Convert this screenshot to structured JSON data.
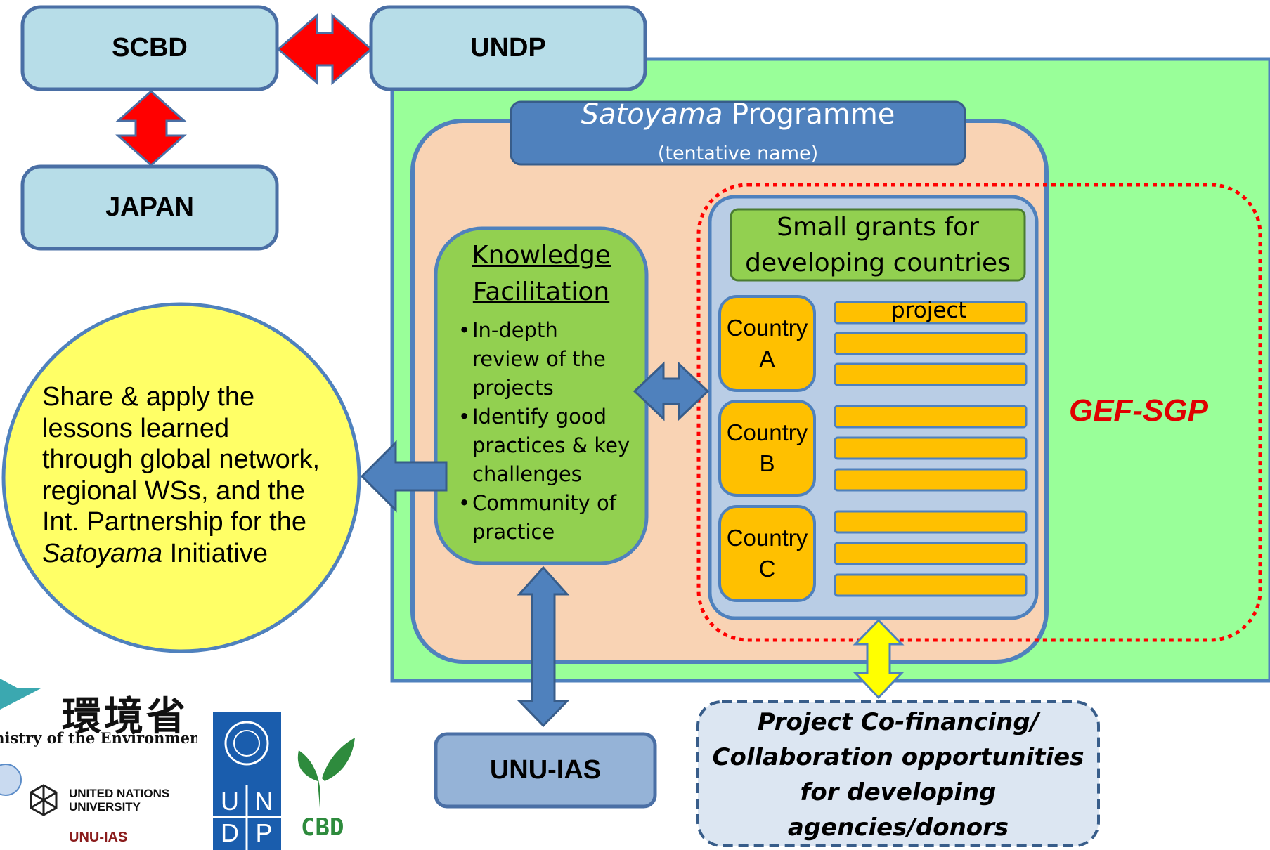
{
  "nodes": {
    "scbd": "SCBD",
    "undp": "UNDP",
    "japan": "JAPAN",
    "unu_ias": "UNU-IAS"
  },
  "programme": {
    "title_italic": "Satoyama",
    "title_rest": " Programme",
    "subtitle": "(tentative name)"
  },
  "knowledge_facilitation": {
    "heading_line1": "Knowledge",
    "heading_line2": "Facilitation",
    "bullets": [
      [
        "In-depth",
        "review of the",
        "projects"
      ],
      [
        "Identify good",
        "practices & key",
        "challenges"
      ],
      [
        "Community of",
        "practice"
      ]
    ]
  },
  "small_grants": {
    "title_line1": "Small grants for",
    "title_line2": "developing countries",
    "project_label": "project",
    "countries": [
      {
        "word": "Country",
        "letter": "A",
        "projects": 3
      },
      {
        "word": "Country",
        "letter": "B",
        "projects": 3
      },
      {
        "word": "Country",
        "letter": "C",
        "projects": 3
      }
    ]
  },
  "gef_sgp": "GEF-SGP",
  "share": {
    "lines": [
      "Share & apply the",
      "lessons learned",
      "through global network,",
      "regional WSs, and the",
      "Int. Partnership for the"
    ],
    "last_italic": "Satoyama",
    "last_rest": " Initiative"
  },
  "cofinancing": {
    "lines": [
      "Project Co-financing/",
      "Collaboration opportunities",
      "for developing",
      "agencies/donors"
    ]
  },
  "logos": {
    "moe_kanji": "環境省",
    "moe_english": "Ministry of the Environment",
    "unu_line1": "UNITED NATIONS",
    "unu_line2": "UNIVERSITY",
    "unu_ias": "UNU-IAS",
    "undp_letters": [
      "U",
      "N",
      "D",
      "P"
    ],
    "cbd": "CBD"
  },
  "colors": {
    "light_blue_box": "#b7dde8",
    "mid_blue": "#4f81bd",
    "programme_green": "#99ff99",
    "programme_peach": "#f9d3b4",
    "knowledge_green": "#92d050",
    "country_orange": "#ffc000",
    "gef_red": "#e00000",
    "share_yellow": "#ffff66",
    "cofin_fill": "#dce6f2",
    "arrow_red": "#ff0000",
    "arrow_yellow": "#ffff00"
  }
}
